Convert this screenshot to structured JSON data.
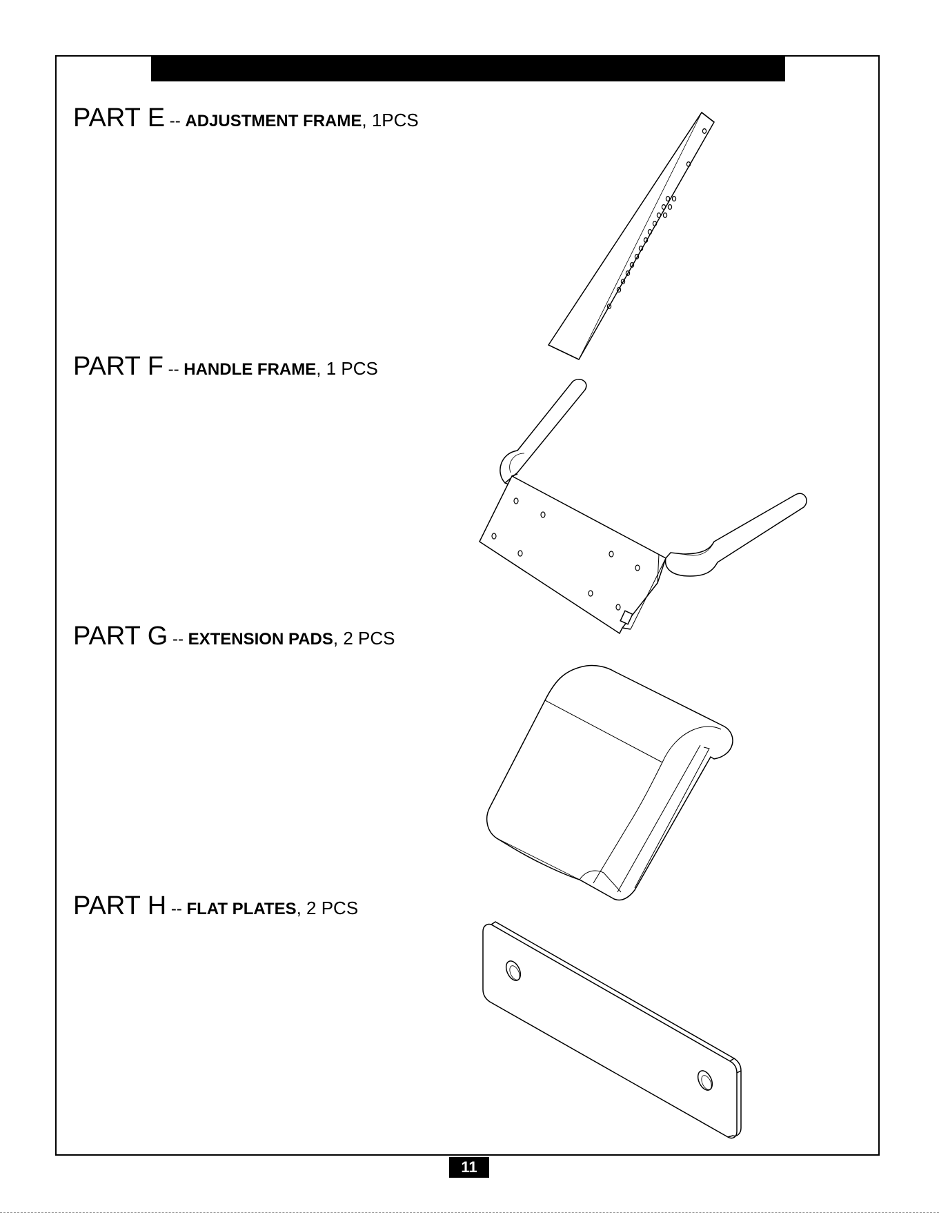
{
  "parts": [
    {
      "prefix": "PART E",
      "sep": " -- ",
      "name": "ADJUSTMENT FRAME",
      "qty": ", 1PCS",
      "drawing_icon": "adjustment-frame-drawing"
    },
    {
      "prefix": "PART F",
      "sep": " -- ",
      "name": "HANDLE FRAME",
      "qty": ", 1 PCS",
      "drawing_icon": "handle-frame-drawing"
    },
    {
      "prefix": "PART G",
      "sep": " -- ",
      "name": "EXTENSION PADS",
      "qty": ", 2 PCS",
      "drawing_icon": "extension-pad-drawing"
    },
    {
      "prefix": "PART H",
      "sep": " -- ",
      "name": "FLAT PLATES",
      "qty": ", 2 PCS",
      "drawing_icon": "flat-plate-drawing"
    }
  ],
  "page_number": "11",
  "colors": {
    "ink": "#000000",
    "paper": "#ffffff"
  }
}
